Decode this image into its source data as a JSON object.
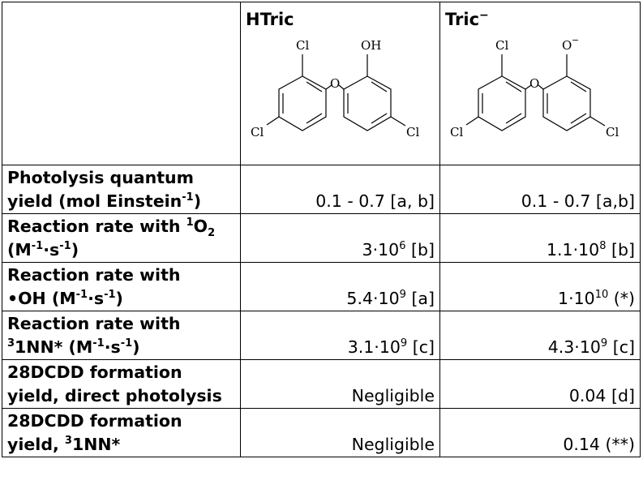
{
  "header": {
    "col2_name": "HTric",
    "col3_name": "Tric",
    "col3_charge": "−",
    "struct_htric": {
      "cl_top": "Cl",
      "cl_left": "Cl",
      "cl_right": "Cl",
      "oxygen": "O",
      "hydroxyl": "OH"
    },
    "struct_tric": {
      "cl_top": "Cl",
      "cl_left": "Cl",
      "cl_right": "Cl",
      "oxygen": "O",
      "phenoxide": "O",
      "phenoxide_charge": "−"
    }
  },
  "rows": [
    {
      "label_l1": "Photolysis quantum",
      "label_l2_a": "yield (mol Einstein",
      "label_l2_sup": "-1",
      "label_l2_b": ")",
      "v1": "0.1 - 0.7 [a, b]",
      "v2": "0.1 - 0.7 [a,b]"
    },
    {
      "label_l1_a": "Reaction rate with ",
      "label_l1_sup": "1",
      "label_l1_b": "O",
      "label_l1_sub": "2",
      "label_l2_a": "(M",
      "label_l2_sup1": "-1",
      "label_l2_b": "·s",
      "label_l2_sup2": "-1",
      "label_l2_c": ")",
      "v1_base": "3·10",
      "v1_exp": "6",
      "v1_ref": " [b]",
      "v2_base": "1.1·10",
      "v2_exp": "8",
      "v2_ref": " [b]"
    },
    {
      "label_l1": "Reaction rate with",
      "label_l2_dot": "•",
      "label_l2_a": "OH (M",
      "label_l2_sup1": "-1",
      "label_l2_b": "·s",
      "label_l2_sup2": "-1",
      "label_l2_c": ")",
      "v1_base": "5.4·10",
      "v1_exp": "9",
      "v1_ref": " [a]",
      "v2_base": "1·10",
      "v2_exp": "10",
      "v2_ref": " (*)"
    },
    {
      "label_l1": "Reaction rate with",
      "label_l2_sup0": "3",
      "label_l2_a": "1NN* (M",
      "label_l2_sup1": "-1",
      "label_l2_b": "·s",
      "label_l2_sup2": "-1",
      "label_l2_c": ")",
      "v1_base": "3.1·10",
      "v1_exp": "9",
      "v1_ref": " [c]",
      "v2_base": "4.3·10",
      "v2_exp": "9",
      "v2_ref": " [c]"
    },
    {
      "label_l1": "28DCDD formation",
      "label_l2": "yield, direct photolysis",
      "v1": "Negligible",
      "v2": "0.04 [d]"
    },
    {
      "label_l1": "28DCDD formation",
      "label_l2_a": "yield, ",
      "label_l2_sup": "3",
      "label_l2_b": "1NN*",
      "v1": "Negligible",
      "v2": "0.14 (**)"
    }
  ]
}
